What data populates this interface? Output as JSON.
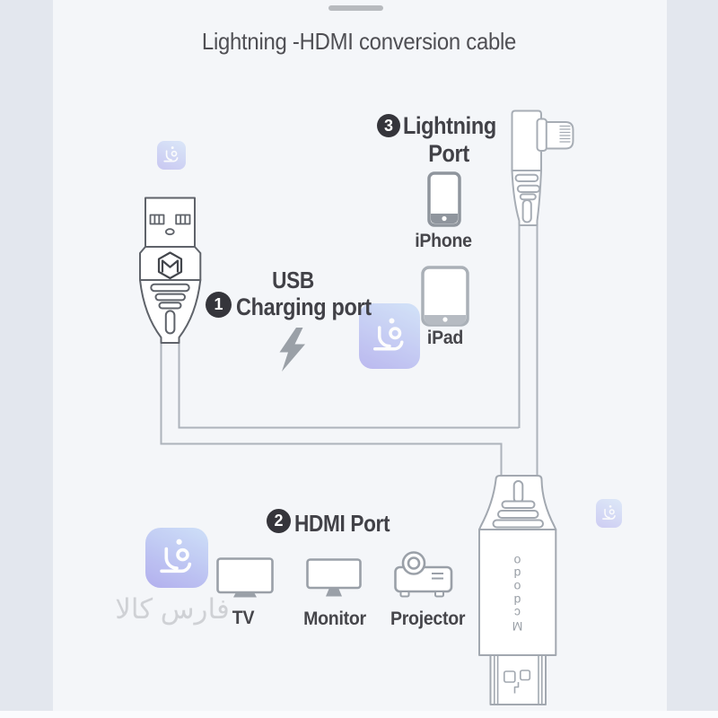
{
  "title": "Lightning -HDMI conversion cable",
  "annotations": {
    "usb": {
      "number": "1",
      "line1": "USB",
      "line2": "Charging port"
    },
    "hdmi": {
      "number": "2",
      "label": "HDMI Port"
    },
    "lightning": {
      "number": "3",
      "line1": "Lightning",
      "line2": "Port"
    }
  },
  "devices": {
    "iphone": {
      "label": "iPhone"
    },
    "ipad": {
      "label": "iPad"
    },
    "tv": {
      "label": "TV"
    },
    "monitor": {
      "label": "Monitor"
    },
    "projector": {
      "label": "Projector"
    }
  },
  "cable": {
    "brand_vertical_text": "Mcdodo"
  },
  "watermark": {
    "caption": "فارس کالا"
  },
  "colors": {
    "background": "#f4f6f9",
    "side_rail": "#e3e7ee",
    "badge_fill": "#35353b",
    "label_text": "#414147",
    "title_text": "#4f4f54",
    "cable_outline": "#adb3bb",
    "usb_outline": "#5f636a",
    "device_gray": "#9aa0a8",
    "watermark_blue_top": "#c9daf7",
    "watermark_blue_bottom": "#b0aeee",
    "bolt_gray": "#9aa0a7"
  }
}
